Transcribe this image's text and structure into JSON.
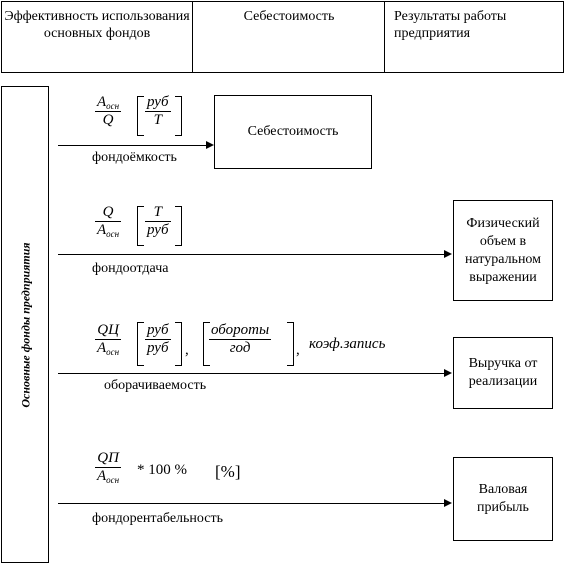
{
  "header": {
    "col1": "Эффективность использования основных фондов",
    "col2": "Себестоимость",
    "col3": "Результаты работы предприятия"
  },
  "side_label": "Основные фонды предприятия",
  "rows": [
    {
      "indicator": "фондоёмкость",
      "formula": {
        "num": "A",
        "num_sub": "осн",
        "den": "Q",
        "unit_num": "руб",
        "unit_den": "T"
      },
      "result": "Себестоимость"
    },
    {
      "indicator": "фондоотдача",
      "formula": {
        "num": "Q",
        "den": "A",
        "den_sub": "осн",
        "unit_num": "T",
        "unit_den": "руб"
      },
      "result": "Физический объем в натуральном выражении"
    },
    {
      "indicator": "оборачиваемость",
      "formula": {
        "num": "QЦ",
        "den": "A",
        "den_sub": "осн",
        "unit_num": "руб",
        "unit_den": "руб",
        "unit2_num": "обороты",
        "unit2_den": "год",
        "comma": ",",
        "comma2": ",",
        "extra": "коэф.запись"
      },
      "result": "Выручка от реализации"
    },
    {
      "indicator": "фондорентабельность",
      "formula": {
        "num": "QП",
        "den": "A",
        "den_sub": "осн",
        "mult": "* 100 %",
        "unit": "[%]"
      },
      "result": "Валовая прибыль"
    }
  ]
}
